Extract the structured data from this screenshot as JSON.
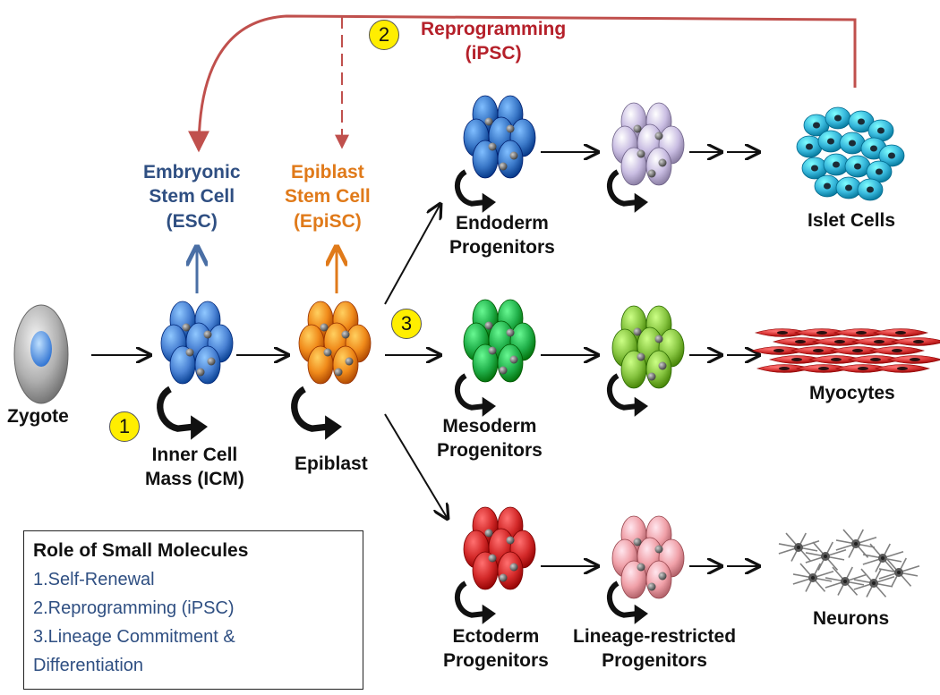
{
  "labels": {
    "zygote": "Zygote",
    "icm": [
      "Inner Cell",
      "Mass (ICM)"
    ],
    "epiblast": "Epiblast",
    "esc": [
      "Embryonic",
      "Stem Cell",
      "(ESC)"
    ],
    "episc": [
      "Epiblast",
      "Stem Cell",
      "(EpiSC)"
    ],
    "reprogramming": [
      "Reprogramming",
      "(iPSC)"
    ],
    "endoderm": [
      "Endoderm",
      "Progenitors"
    ],
    "mesoderm": [
      "Mesoderm",
      "Progenitors"
    ],
    "ectoderm": [
      "Ectoderm",
      "Progenitors"
    ],
    "lineage_restricted": [
      "Lineage-restricted",
      "Progenitors"
    ],
    "islet": "Islet Cells",
    "myocytes": "Myocytes",
    "neurons": "Neurons"
  },
  "badges": {
    "b1": "1",
    "b2": "2",
    "b3": "3"
  },
  "legend": {
    "title": "Role of Small Molecules",
    "items": [
      "1.Self-Renewal",
      "2.Reprogramming (iPSC)",
      "3.Lineage Commitment &",
      "Differentiation"
    ]
  },
  "colors": {
    "icm": "#4a82d4",
    "epiblast": "#f08a1a",
    "endoderm": "#3a78c8",
    "endoderm_restricted": "#c9bde2",
    "mesoderm": "#22b24c",
    "mesoderm_restricted": "#86c440",
    "ectoderm": "#d42a2a",
    "ectoderm_restricted": "#f0a0a8",
    "islet": "#38b8dc",
    "myocyte": "#d43030",
    "neuron": "#808080",
    "reprogram_arrow": "#c0504d",
    "esc_arrow": "#4a6fa5",
    "episc_arrow": "#e07a1a",
    "badge": "#ffee00"
  },
  "icons": {
    "zygote": "zygote-cell-icon",
    "self_renewal": "curved-arrow-icon",
    "islet": "islet-cell-cluster-icon",
    "myocyte": "myocyte-fibers-icon",
    "neuron": "neuron-network-icon"
  }
}
